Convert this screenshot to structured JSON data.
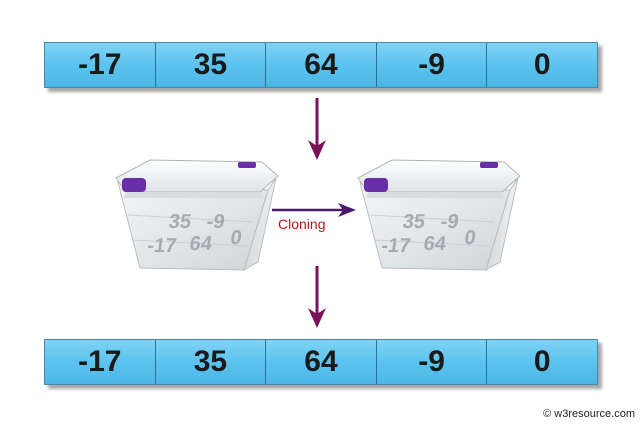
{
  "top_array": {
    "values": [
      "-17",
      "35",
      "64",
      "-9",
      "0"
    ]
  },
  "bottom_array": {
    "values": [
      "-17",
      "35",
      "64",
      "-9",
      "0"
    ]
  },
  "source_box": {
    "contents": [
      "35",
      "-9",
      "-17",
      "64",
      "0"
    ]
  },
  "cloned_box": {
    "contents": [
      "35",
      "-9",
      "-17",
      "64",
      "0"
    ]
  },
  "cloning_label": "Cloning",
  "watermark": "© w3resource.com",
  "colors": {
    "cell_fill": "#5cc3ef",
    "arrow": "#7a1459",
    "clone_arrow": "#4a1a6e",
    "cloning_text": "#c0161b",
    "box_clip": "#6a2ea8"
  }
}
